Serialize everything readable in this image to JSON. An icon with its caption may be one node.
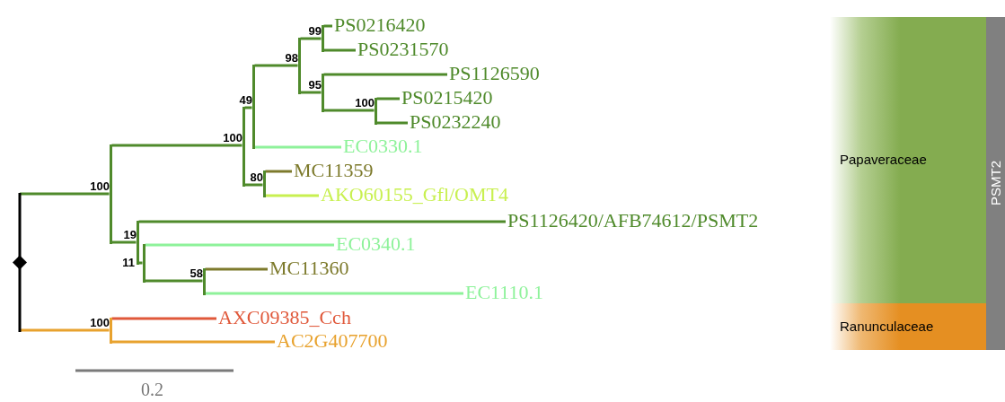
{
  "diagram": {
    "nodes": [
      {
        "text": [],
        "shape": "diamond"
      },
      {
        "text": [],
        "shape": "line",
        "beside": [
          "100"
        ]
      },
      {
        "text": [],
        "shape": "line",
        "beside": [
          "100"
        ]
      },
      {
        "text": [],
        "shape": "line",
        "beside": [
          "49"
        ]
      },
      {
        "text": [],
        "shape": "line",
        "beside": [
          "98"
        ]
      },
      {
        "text": [],
        "shape": "line",
        "beside": [
          "99"
        ]
      },
      {
        "text": [
          "PS0216420"
        ]
      },
      {
        "text": [
          "PS0231570"
        ]
      },
      {
        "text": [],
        "shape": "line",
        "beside": [
          "95"
        ]
      },
      {
        "text": [
          "PS1126590"
        ]
      },
      {
        "text": [],
        "shape": "line",
        "beside": [
          "100"
        ]
      },
      {
        "text": [
          "PS0215420"
        ]
      },
      {
        "text": [
          "PS0232240"
        ]
      },
      {
        "text": [
          "EC0330.1"
        ]
      },
      {
        "text": [],
        "shape": "line",
        "beside": [
          "80"
        ]
      },
      {
        "text": [
          "MC11359"
        ]
      },
      {
        "text": [
          "AKO60155_Gfl/OMT4"
        ]
      },
      {
        "text": [],
        "shape": "line",
        "beside": [
          "19"
        ]
      },
      {
        "text": [
          "PS1126420/AFB74612/PSMT2"
        ]
      },
      {
        "text": [],
        "shape": "line",
        "beside": [
          "11"
        ]
      },
      {
        "text": [
          "EC0340.1"
        ]
      },
      {
        "text": [],
        "shape": "line",
        "beside": [
          "58"
        ]
      },
      {
        "text": [
          "MC11360"
        ]
      },
      {
        "text": [
          "EC1110.1"
        ]
      },
      {
        "text": [],
        "shape": "line",
        "beside": [
          "100"
        ]
      },
      {
        "text": [
          "AXC09385_Cch"
        ]
      },
      {
        "text": [
          "AC2G407700"
        ]
      },
      {
        "text": [
          "Papaveraceae"
        ]
      },
      {
        "text": [
          "Ranunculaceae"
        ]
      },
      {
        "text": [
          "PSMT2"
        ]
      }
    ],
    "edges": [
      {
        "from": 0,
        "to": 1,
        "arrow": "none"
      },
      {
        "from": 0,
        "to": 24,
        "arrow": "none",
        "color": "#e8a22e"
      },
      {
        "from": 1,
        "to": 2,
        "arrow": "none"
      },
      {
        "from": 1,
        "to": 17,
        "arrow": "none"
      },
      {
        "from": 2,
        "to": 3,
        "arrow": "none"
      },
      {
        "from": 2,
        "to": 14,
        "arrow": "none"
      },
      {
        "from": 3,
        "to": 4,
        "arrow": "none"
      },
      {
        "from": 3,
        "to": 13,
        "arrow": "none",
        "color": "#8ef29a"
      },
      {
        "from": 4,
        "to": 5,
        "arrow": "none"
      },
      {
        "from": 4,
        "to": 8,
        "arrow": "none"
      },
      {
        "from": 5,
        "to": 6,
        "arrow": "none"
      },
      {
        "from": 5,
        "to": 7,
        "arrow": "none"
      },
      {
        "from": 8,
        "to": 9,
        "arrow": "none"
      },
      {
        "from": 8,
        "to": 10,
        "arrow": "none"
      },
      {
        "from": 10,
        "to": 11,
        "arrow": "none"
      },
      {
        "from": 10,
        "to": 12,
        "arrow": "none"
      },
      {
        "from": 14,
        "to": 15,
        "arrow": "none",
        "color": "#7d7a2c"
      },
      {
        "from": 14,
        "to": 16,
        "arrow": "none",
        "color": "#c8f050"
      },
      {
        "from": 17,
        "to": 18,
        "arrow": "none"
      },
      {
        "from": 17,
        "to": 19,
        "arrow": "none"
      },
      {
        "from": 19,
        "to": 20,
        "arrow": "none",
        "color": "#8ef29a"
      },
      {
        "from": 19,
        "to": 21,
        "arrow": "none"
      },
      {
        "from": 21,
        "to": 22,
        "arrow": "none",
        "color": "#7d7a2c"
      },
      {
        "from": 21,
        "to": 23,
        "arrow": "none",
        "color": "#8ef29a"
      },
      {
        "from": 24,
        "to": 25,
        "arrow": "none",
        "color": "#e0583a"
      },
      {
        "from": 24,
        "to": 26,
        "arrow": "none",
        "color": "#e8a22e"
      }
    ],
    "labels": [
      "0.2"
    ]
  }
}
